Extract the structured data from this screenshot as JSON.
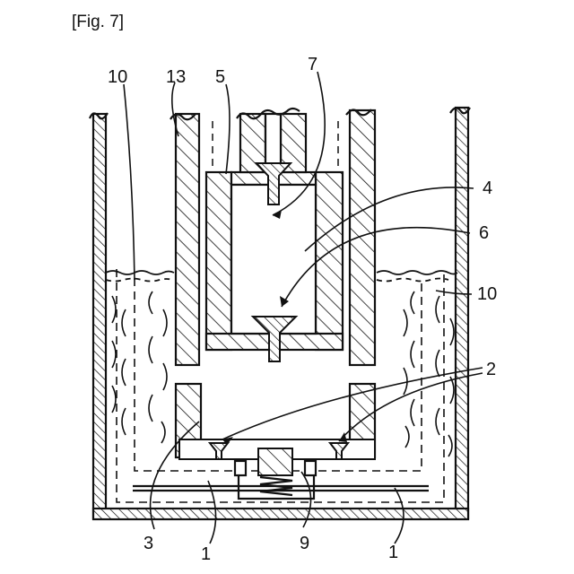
{
  "figure": {
    "caption": "[Fig. 7]"
  },
  "labels": {
    "l10_left": "10",
    "l13": "13",
    "l5": "5",
    "l7": "7",
    "l4": "4",
    "l6": "6",
    "l10_right": "10",
    "l2": "2",
    "l3": "3",
    "l1_left": "1",
    "l9": "9",
    "l1_right": "1"
  },
  "colors": {
    "ink": "#111111",
    "paper": "#ffffff"
  }
}
